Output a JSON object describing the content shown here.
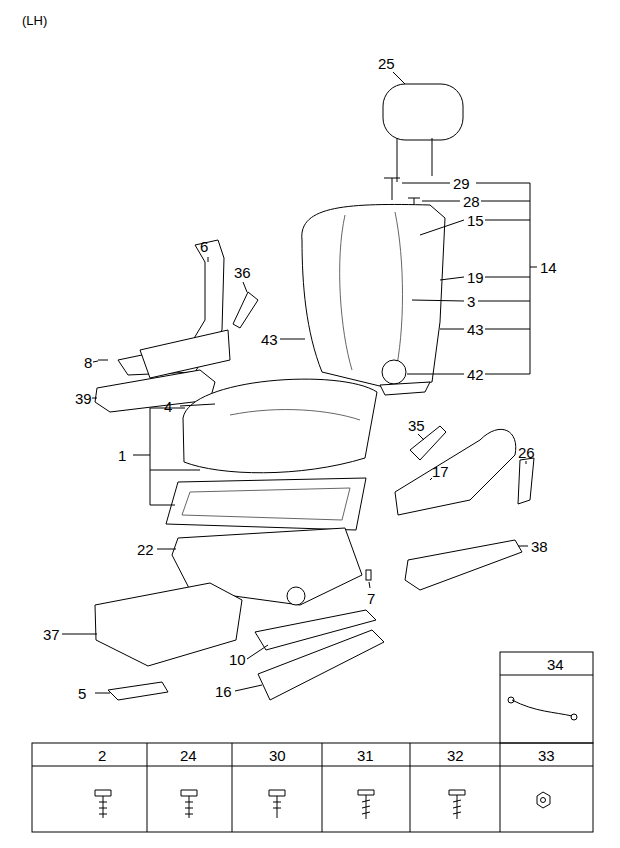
{
  "diagram": {
    "labels": [
      "(LH)",
      "25",
      "29",
      "28",
      "15",
      "19",
      "14",
      "3",
      "43",
      "43",
      "42",
      "6",
      "36",
      "8",
      "39",
      "4",
      "1",
      "35",
      "17",
      "26",
      "22",
      "7",
      "38",
      "37",
      "10",
      "5",
      "16",
      "34",
      "2",
      "24",
      "30",
      "31",
      "32",
      "33"
    ]
  }
}
